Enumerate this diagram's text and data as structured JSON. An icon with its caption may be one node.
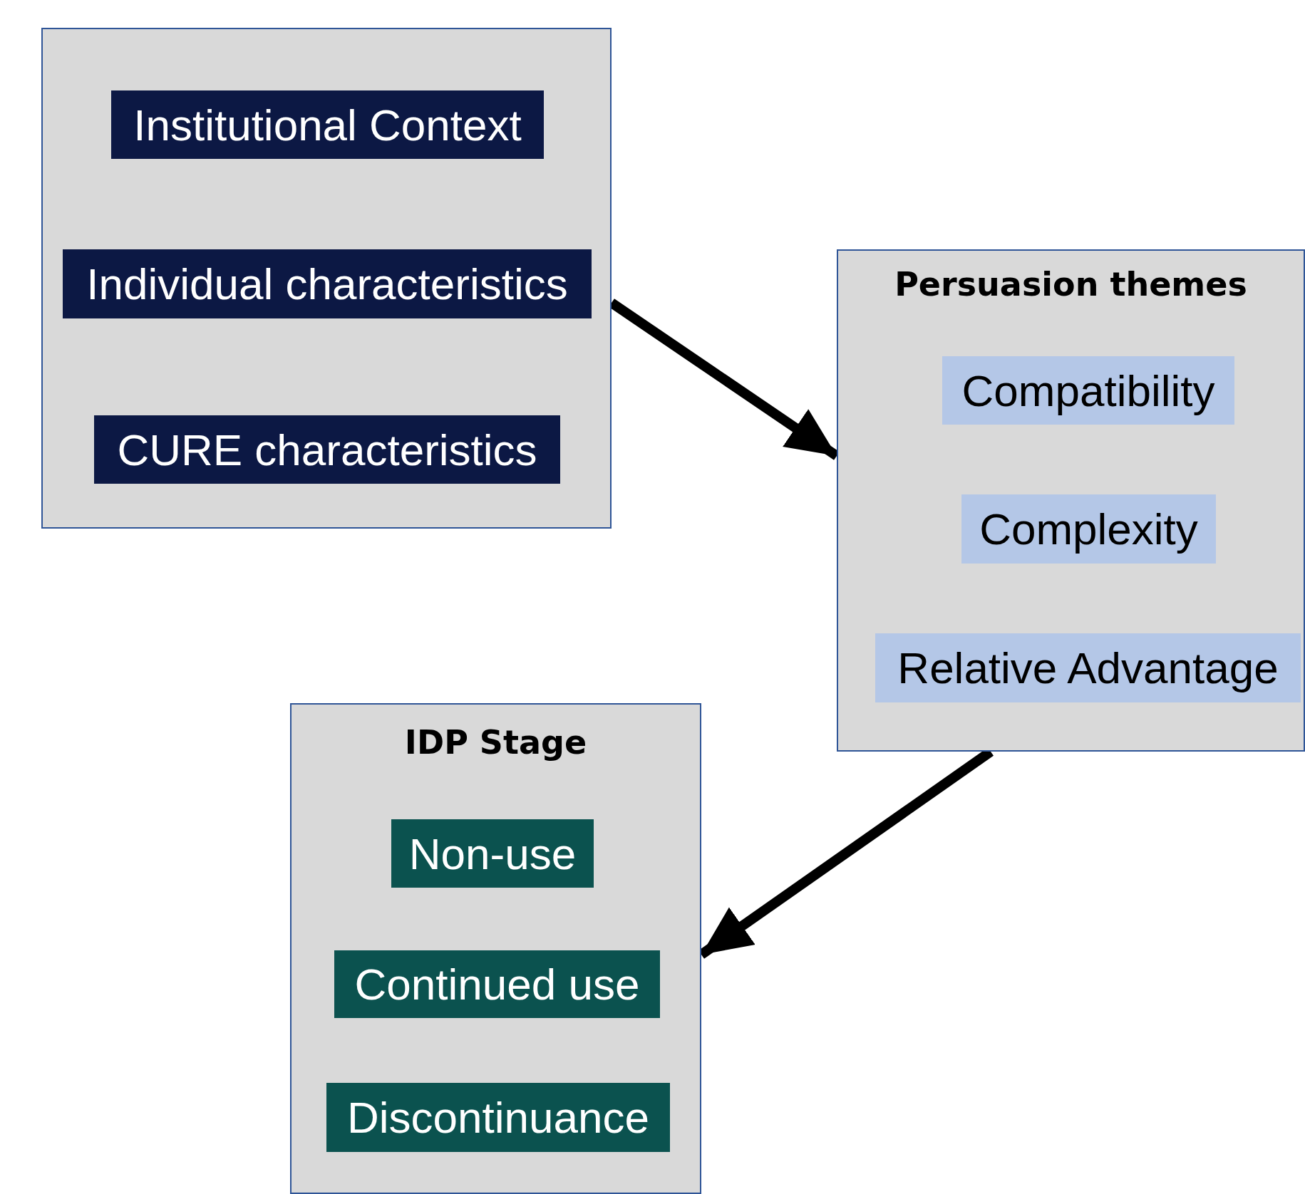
{
  "diagram": {
    "nodes": [
      {
        "text": [],
        "shape": "box"
      },
      {
        "text": [
          "Institutional Context"
        ],
        "in": 0
      },
      {
        "text": [
          "Individual characteristics"
        ],
        "in": 0
      },
      {
        "text": [
          "CURE characteristics"
        ],
        "in": 0
      },
      {
        "text": [
          "Persuasion themes"
        ]
      },
      {
        "text": [
          "Compatibility"
        ],
        "in": 4
      },
      {
        "text": [
          "Complexity"
        ],
        "in": 4
      },
      {
        "text": [
          "Relative Advantage"
        ],
        "in": 4
      },
      {
        "text": [
          "IDP Stage"
        ]
      },
      {
        "text": [
          "Non-use"
        ],
        "in": 8
      },
      {
        "text": [
          "Continued use"
        ],
        "in": 8
      },
      {
        "text": [
          "Discontinuance"
        ],
        "in": 8
      }
    ],
    "edges": [
      {
        "from": 0,
        "to": 4,
        "arrow": "to"
      },
      {
        "from": 4,
        "to": 8,
        "arrow": "to"
      }
    ]
  }
}
